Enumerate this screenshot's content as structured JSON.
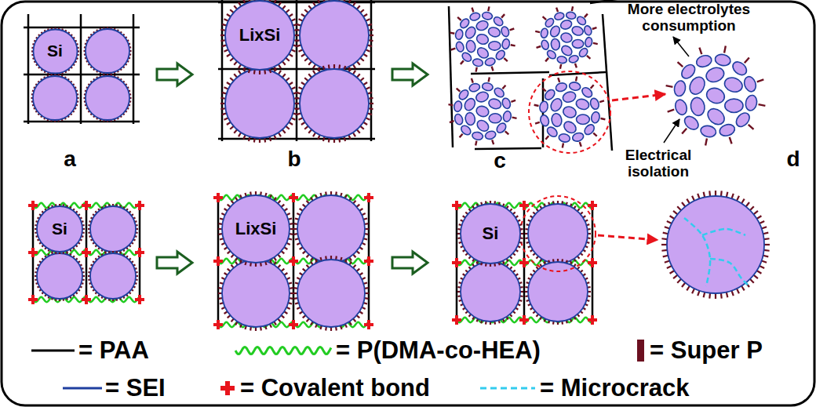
{
  "diagram": {
    "nodes": [
      {
        "text": [
          "Si"
        ]
      },
      {
        "text": [
          "LixSi"
        ]
      },
      {
        "text": [
          "Si"
        ]
      },
      {
        "text": [
          "LixSi"
        ]
      },
      {
        "text": [
          "Si"
        ]
      }
    ],
    "labels": [
      "a",
      "b",
      "c",
      "d",
      "More electrolytes consumption",
      "Electrical isolation"
    ],
    "legend": [
      {
        "text": "= PAA"
      },
      {
        "text": "= P(DMA-co-HEA)"
      },
      {
        "text": "= Super P"
      },
      {
        "text": "= SEI"
      },
      {
        "text": "= Covalent bond"
      },
      {
        "text": "= Microcrack"
      }
    ]
  }
}
